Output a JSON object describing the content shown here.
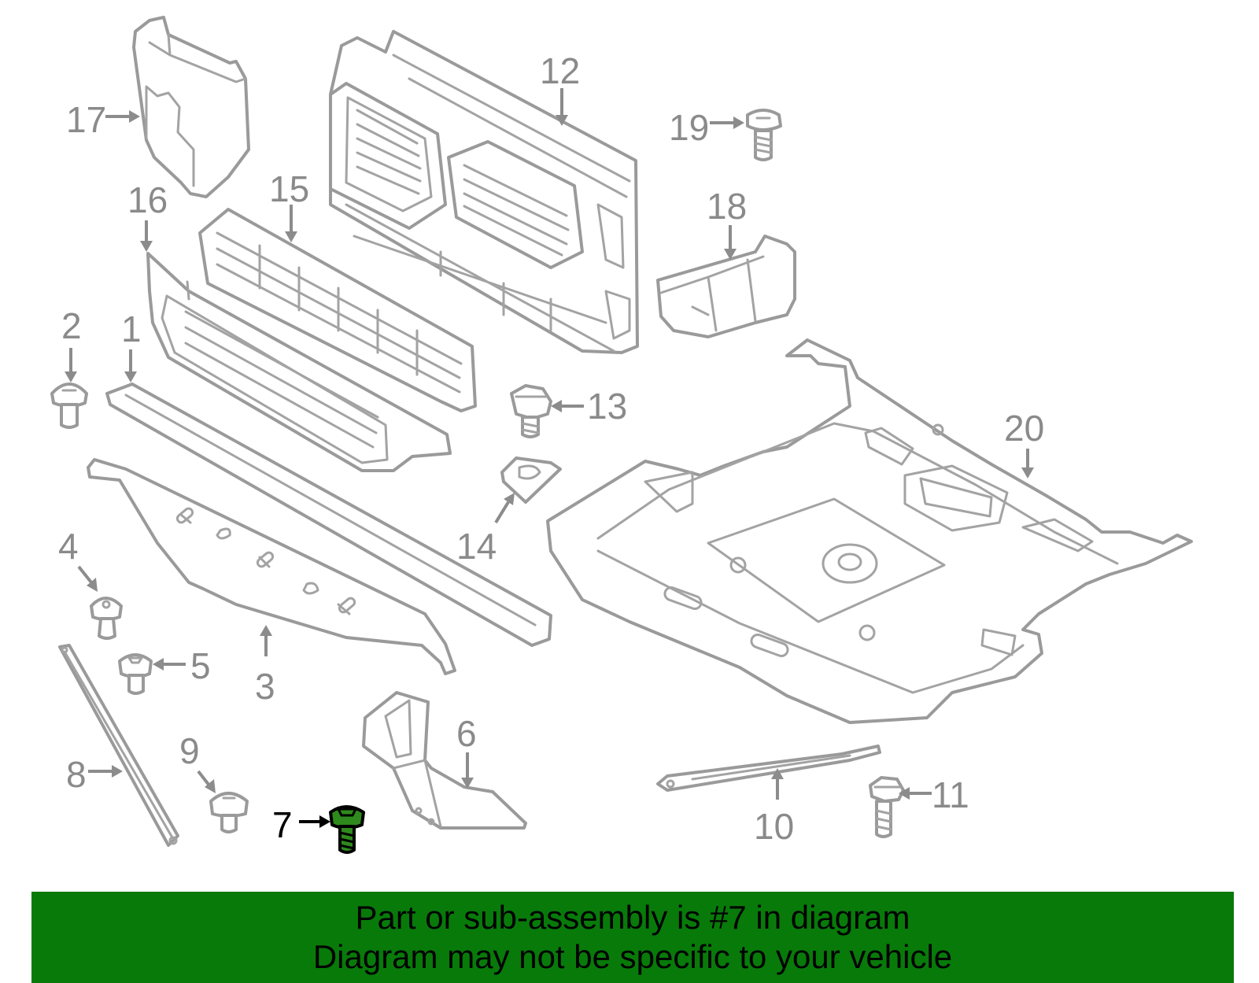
{
  "diagram": {
    "callouts": [
      "1",
      "2",
      "3",
      "4",
      "5",
      "6",
      "7",
      "8",
      "9",
      "10",
      "11",
      "12",
      "13",
      "14",
      "15",
      "16",
      "17",
      "18",
      "19",
      "20"
    ],
    "highlighted_part": "7",
    "highlight_color": "#2e8a1c",
    "line_color": "#9a9a9a"
  },
  "banner": {
    "line1": "Part or sub-assembly is #7 in diagram",
    "line2": "Diagram may not be specific to your vehicle",
    "background": "#087a0a"
  }
}
